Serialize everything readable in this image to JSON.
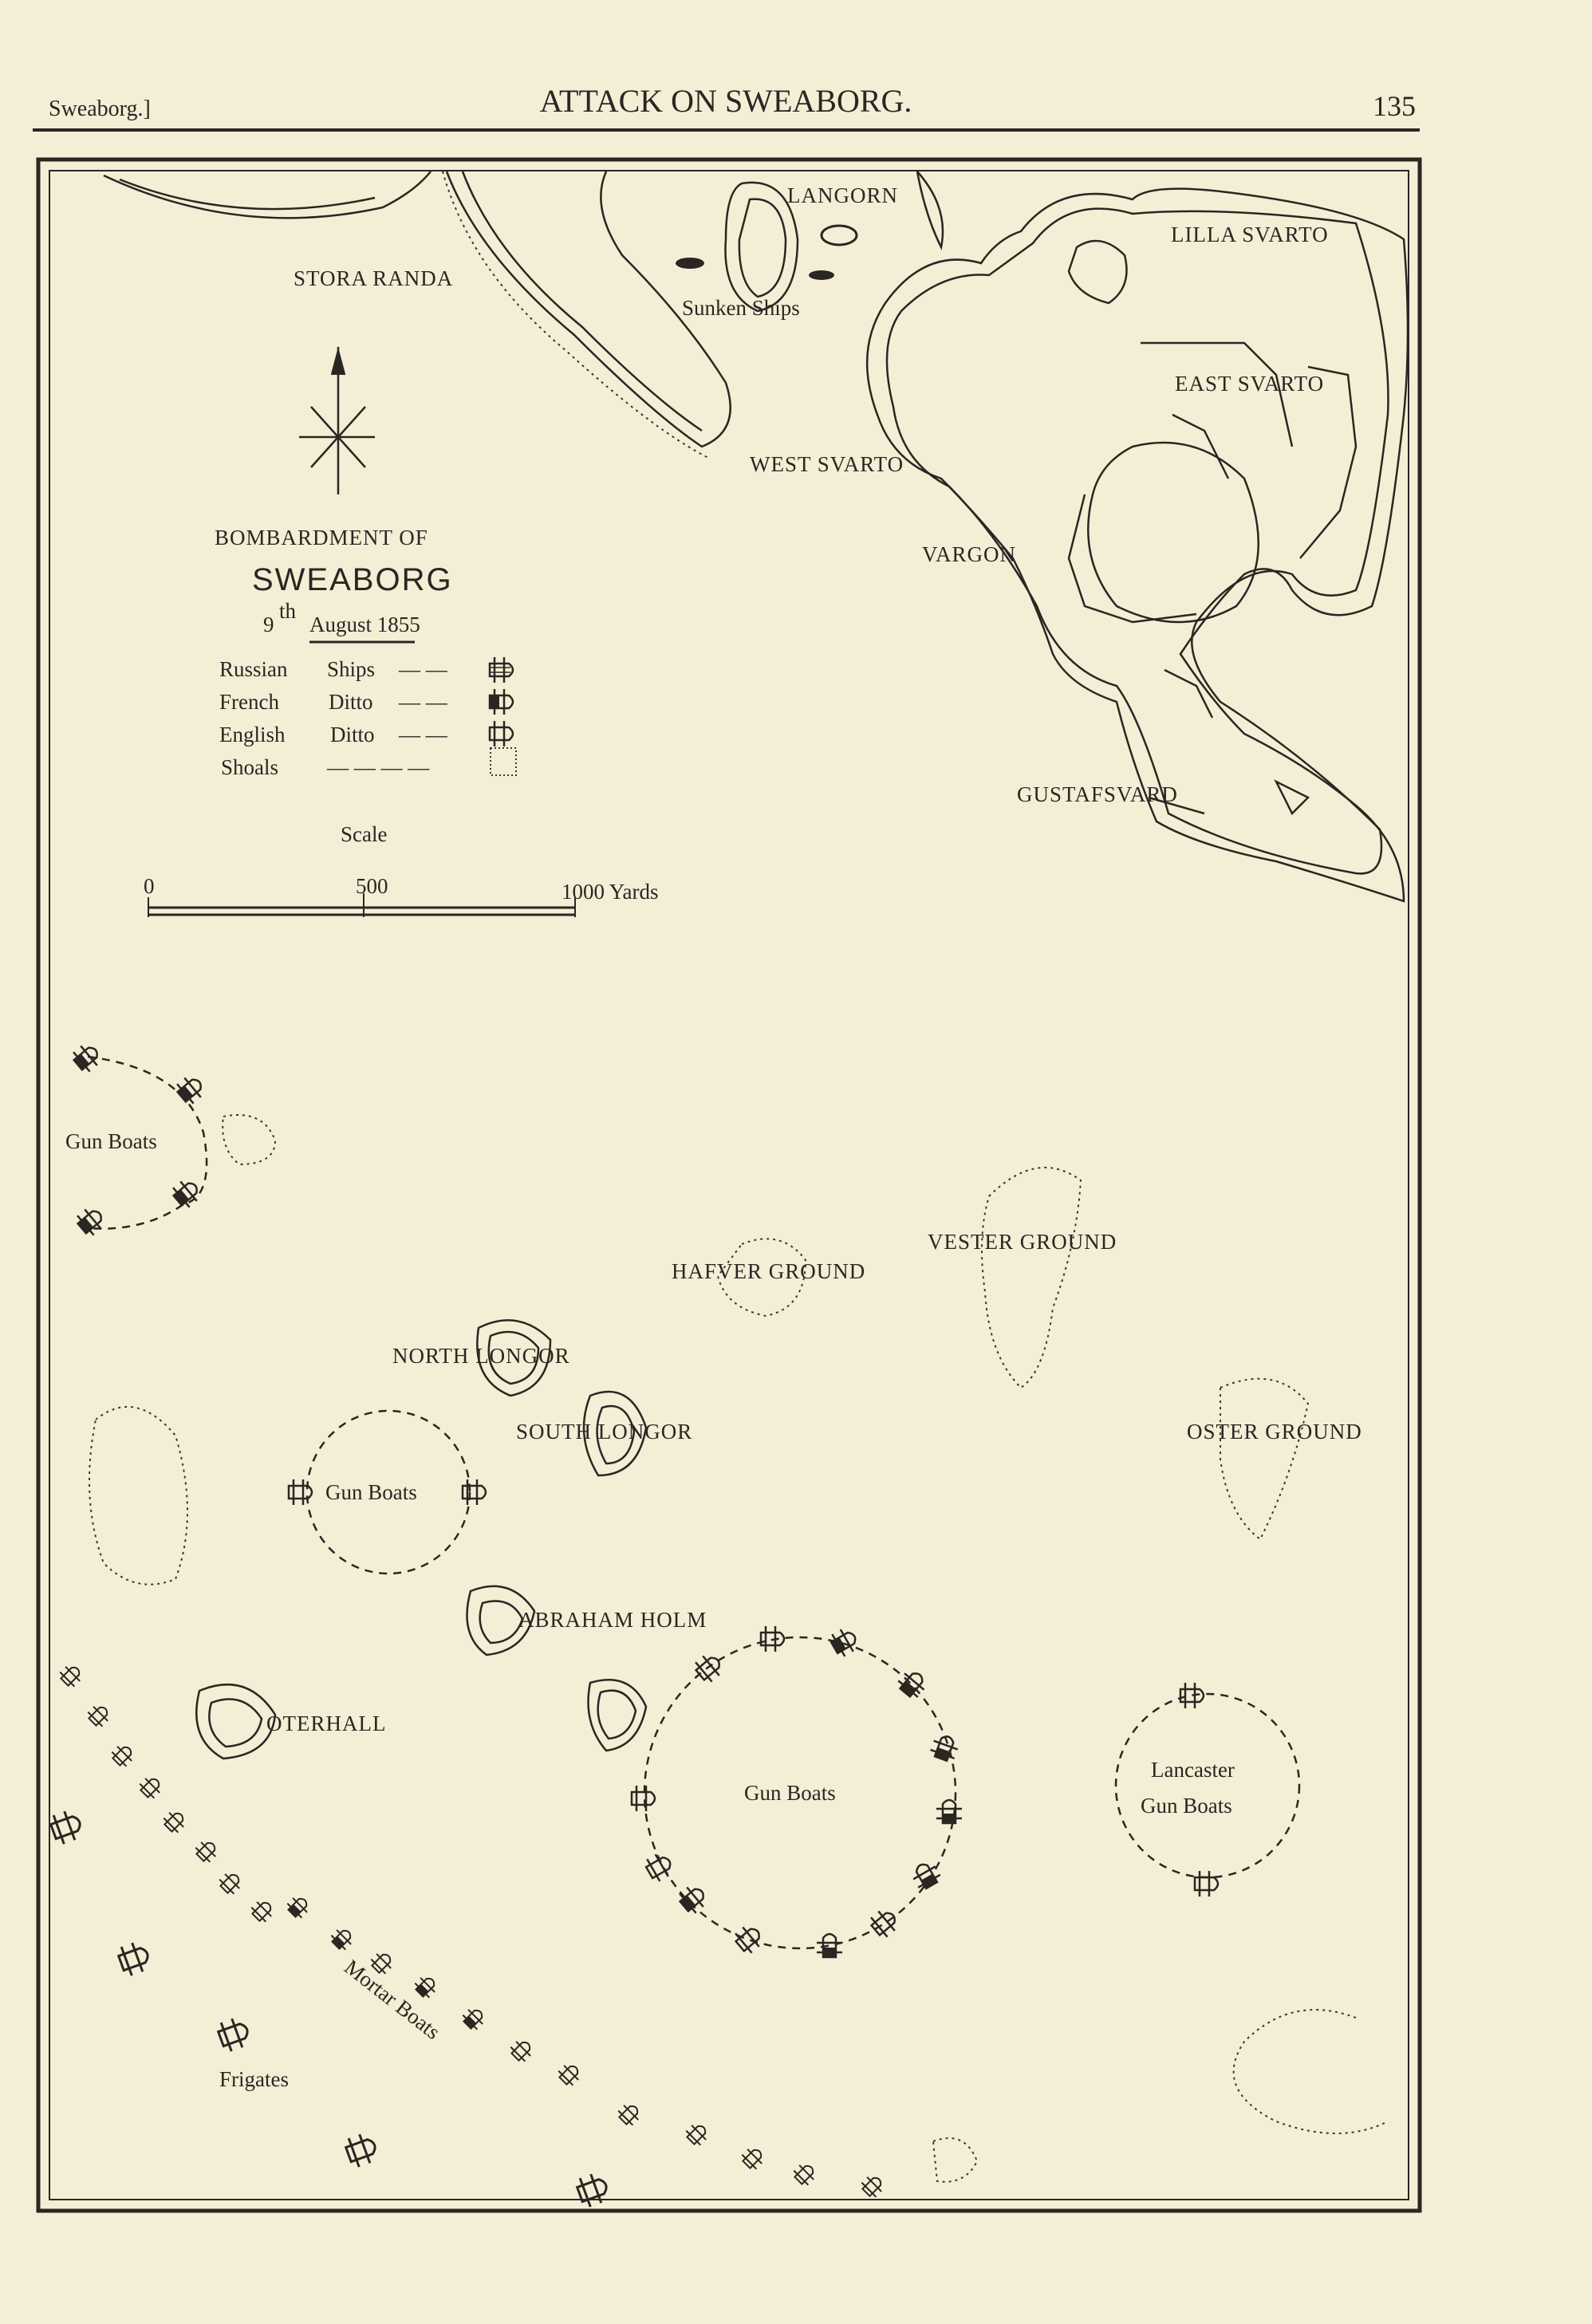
{
  "page_header": {
    "running_head_left": "Sweaborg.]",
    "title": "ATTACK ON SWEABORG.",
    "page_number": "135"
  },
  "map": {
    "title_line1": "BOMBARDMENT OF",
    "title_line2": "SWEABORG",
    "date_day": "9",
    "date_suffix": "th",
    "date_rest": "August 1855",
    "legend": [
      {
        "nation": "Russian",
        "kind": "Ships",
        "dashes": "— —",
        "symbol": "russian-ship-icon"
      },
      {
        "nation": "French",
        "kind": "Ditto",
        "dashes": "— —",
        "symbol": "french-ship-icon"
      },
      {
        "nation": "English",
        "kind": "Ditto",
        "dashes": "— —",
        "symbol": "english-ship-icon"
      },
      {
        "nation": "Shoals",
        "kind": "",
        "dashes": "— — — —",
        "symbol": "shoal-icon"
      }
    ],
    "scale": {
      "label": "Scale",
      "tick_0": "0",
      "tick_500": "500",
      "tick_1000": "1000 Yards"
    },
    "places": {
      "stora_randa": "STORA RANDA",
      "langorn": "LANGORN",
      "sunken_ships": "Sunken Ships",
      "lilla_svarto": "LILLA SVARTO",
      "east_svarto": "EAST SVARTO",
      "west_svarto": "WEST SVARTO",
      "vargon": "VARGON",
      "gustafsvard": "GUSTAFSVARD",
      "vester_ground": "VESTER GROUND",
      "hafver_ground": "HAFVER GROUND",
      "north_longor": "NORTH LONGOR",
      "south_longor": "SOUTH LONGOR",
      "oster_ground": "OSTER GROUND",
      "abraham_holm": "ABRAHAM HOLM",
      "oterhall": "OTERHALL"
    },
    "forces": {
      "gun_boats_west": "Gun Boats",
      "gun_boats_center": "Gun Boats",
      "gun_boats_south": "Gun Boats",
      "lancaster_line1": "Lancaster",
      "lancaster_line2": "Gun Boats",
      "mortar_boats": "Mortar Boats",
      "frigates": "Frigates"
    }
  }
}
